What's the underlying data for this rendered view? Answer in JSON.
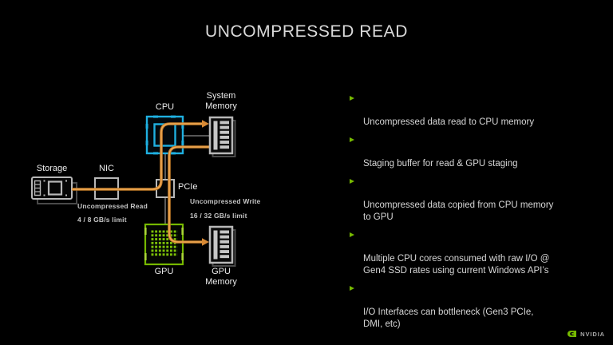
{
  "slide": {
    "title": "UNCOMPRESSED READ",
    "background": "#000000"
  },
  "diagram": {
    "nodes": {
      "storage": {
        "label": "Storage"
      },
      "nic": {
        "label": "NIC"
      },
      "cpu": {
        "label": "CPU"
      },
      "system_memory": {
        "label": "System\nMemory"
      },
      "pcie": {
        "label": "PCIe"
      },
      "gpu": {
        "label": "GPU"
      },
      "gpu_memory": {
        "label": "GPU\nMemory"
      }
    },
    "annotations": {
      "read_label": "Uncompressed Read",
      "read_limit": "4 / 8 GB/s limit",
      "write_label": "Uncompressed Write",
      "write_limit": "16 / 32 GB/s limit"
    },
    "colors": {
      "cpu_accent": "#1fb0e0",
      "gpu_accent": "#76b900",
      "flow_orange": "#d98a35",
      "connector_gray": "#8a8a8a",
      "icon_gray": "#b8b8b8"
    }
  },
  "bullets": {
    "marker_icon": "right-triangle-icon",
    "marker_color": "#76b900",
    "items": [
      {
        "text": "Uncompressed data read to CPU memory"
      },
      {
        "text": "Staging buffer for read & GPU staging"
      },
      {
        "text": "Uncompressed data copied from CPU memory\nto GPU"
      },
      {
        "text": "Multiple CPU cores consumed with raw I/O @\nGen4 SSD rates using current Windows API’s"
      },
      {
        "text": "I/O Interfaces can bottleneck (Gen3 PCIe,\nDMI, etc)"
      }
    ]
  },
  "footer": {
    "brand": "NVIDIA",
    "logo_icon": "nvidia-eye-icon"
  }
}
